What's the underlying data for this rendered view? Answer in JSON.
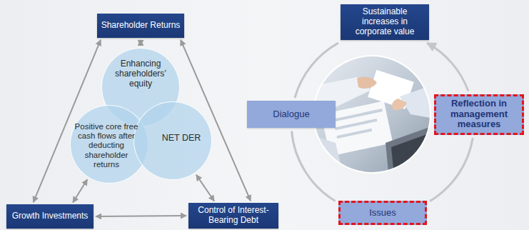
{
  "diagram": {
    "nodes": [
      {
        "text": [
          "Shareholder Returns"
        ]
      },
      {
        "text": [
          "Enhancing shareholders’ equity"
        ]
      },
      {
        "text": [
          "Positive core free cash flows after deducting shareholder returns"
        ]
      },
      {
        "text": [
          "NET DER"
        ]
      },
      {
        "text": [
          "Growth Investments"
        ]
      },
      {
        "text": [
          "Control of Interest-Bearing Debt"
        ]
      },
      {
        "text": [
          "Sustainable increases in corporate value"
        ]
      },
      {
        "text": [
          "Dialogue"
        ]
      },
      {
        "text": [
          "Reflection in management measures"
        ]
      },
      {
        "text": [
          "Issues"
        ]
      }
    ],
    "edges": [
      {
        "from": 0,
        "to": 1,
        "arrow": "both"
      },
      {
        "from": 0,
        "to": 4,
        "arrow": "both"
      },
      {
        "from": 0,
        "to": 5,
        "arrow": "both"
      },
      {
        "from": 4,
        "to": 2,
        "arrow": "both"
      },
      {
        "from": 5,
        "to": 3,
        "arrow": "both"
      },
      {
        "from": 4,
        "to": 5,
        "arrow": "both"
      },
      {
        "from": 9,
        "to": 8,
        "arrow": "none"
      },
      {
        "from": 8,
        "to": 6,
        "arrow": "to"
      },
      {
        "from": 6,
        "to": 7,
        "arrow": "none"
      },
      {
        "from": 7,
        "to": 9,
        "arrow": "none"
      }
    ]
  }
}
